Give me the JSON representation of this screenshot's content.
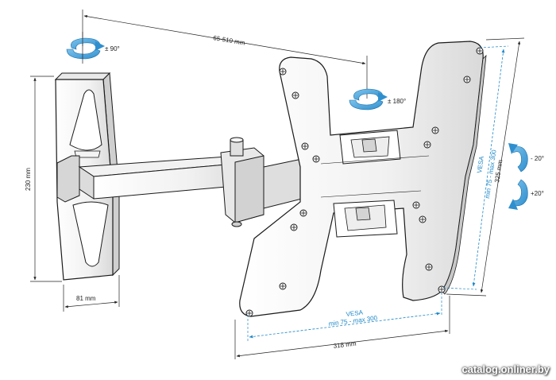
{
  "dimensions": {
    "arm_reach": "65-510 mm",
    "wall_plate_height": "230 mm",
    "wall_plate_depth": "81 mm",
    "plate_width": "318 mm",
    "plate_height": "325 mm"
  },
  "rotation": {
    "swivel_vertical_axis": "± 90°",
    "rotate_plate": "± 180°",
    "tilt_up": "- 20°",
    "tilt_down": "+20°"
  },
  "vesa": {
    "horizontal_line1": "VESA",
    "horizontal_line2": "min 75 - max 300",
    "vertical_line1": "VESA",
    "vertical_line2": "min 75 - max 300"
  },
  "watermark": "catalog.onliner.by",
  "colors": {
    "accent_blue": "#1e88c8",
    "arrow_blue": "#4aa3da",
    "outline": "#1a1a1a"
  }
}
